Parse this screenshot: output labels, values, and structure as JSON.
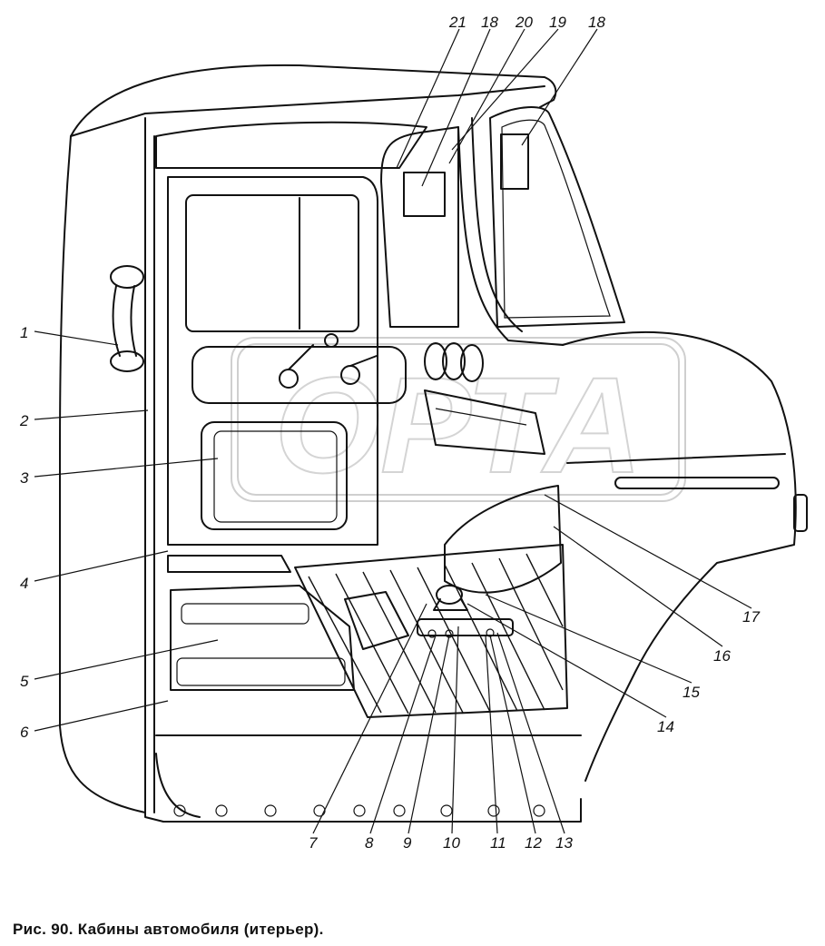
{
  "caption": "Рис. 90. Кабины автомобиля (итерьер).",
  "watermark": "ОРТА",
  "callouts": [
    "1",
    "2",
    "3",
    "4",
    "5",
    "6",
    "7",
    "8",
    "9",
    "10",
    "11",
    "12",
    "13",
    "14",
    "15",
    "16",
    "17",
    "18",
    "19",
    "20",
    "21"
  ],
  "callouts_top": [
    "21",
    "18",
    "20",
    "19",
    "18"
  ],
  "colors": {
    "ink": "#111111",
    "background": "#ffffff",
    "watermark": "#cfcfcf"
  }
}
